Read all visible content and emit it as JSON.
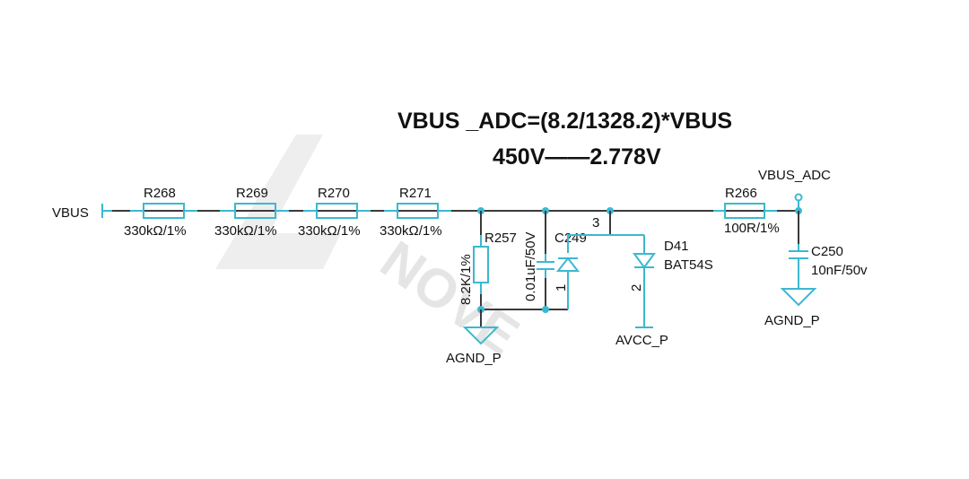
{
  "equation": {
    "line1": "VBUS _ADC=(8.2/1328.2)*VBUS",
    "line2": "450V——2.778V"
  },
  "nets": {
    "vbus": "VBUS",
    "vbus_adc": "VBUS_ADC",
    "agnd_left": "AGND_P",
    "agnd_right": "AGND_P",
    "avcc": "AVCC_P"
  },
  "components": {
    "r268": {
      "ref": "R268",
      "value": "330kΩ/1%"
    },
    "r269": {
      "ref": "R269",
      "value": "330kΩ/1%"
    },
    "r270": {
      "ref": "R270",
      "value": "330kΩ/1%"
    },
    "r271": {
      "ref": "R271",
      "value": "330kΩ/1%"
    },
    "r257": {
      "ref": "R257",
      "value": "8.2K/1%"
    },
    "c249": {
      "ref": "C249",
      "value": "0.01uF/50V"
    },
    "d41": {
      "ref": "D41",
      "value": "BAT54S",
      "pin_top": "3",
      "pin_left": "1",
      "pin_right": "2"
    },
    "r266": {
      "ref": "R266",
      "value": "100R/1%"
    },
    "c250": {
      "ref": "C250",
      "value": "10nF/50v"
    }
  },
  "colors": {
    "component": "#3cb8d0",
    "wire": "#3a3a3a",
    "text": "#111111"
  }
}
